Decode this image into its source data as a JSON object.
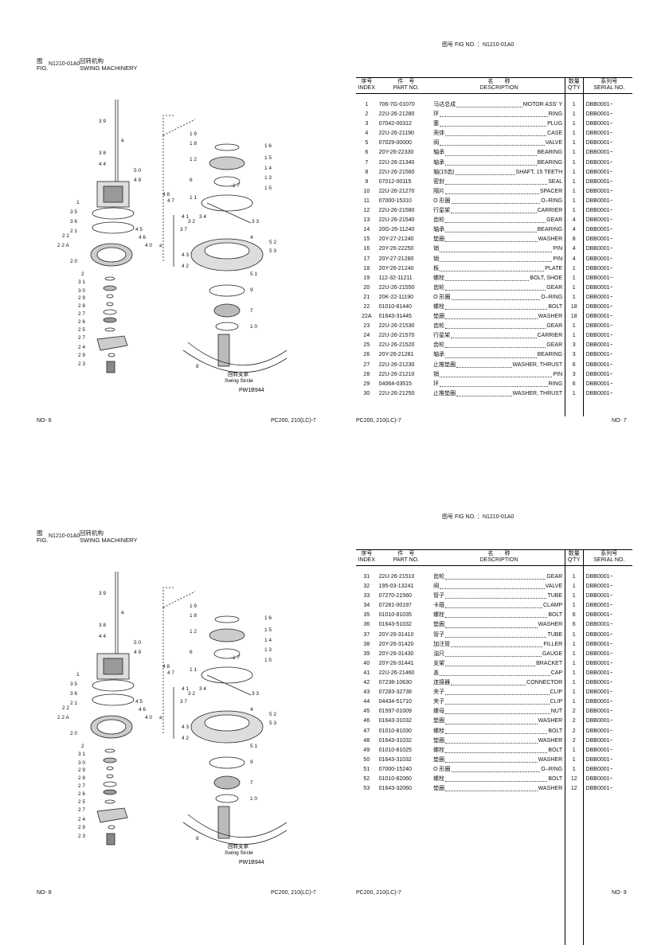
{
  "spreads": [
    {
      "left": {
        "fig_label_zh": "图",
        "fig_label_en": "FIG.",
        "fig_code": "N1210-01A0",
        "title_zh": "回转机构",
        "title_en": "SWING MACHINERY",
        "diagram_code": "PW1B944",
        "swing_circle_zh": "回转支承",
        "swing_circle_en": "Swing Sircle",
        "page_no": "NO- 6",
        "model": "PC200, 210(LC)-7"
      },
      "right": {
        "fig_no": "图号 FIG NO. ：N1210-01A0",
        "model": "PC200, 210(LC)-7",
        "page_no": "NO- 7"
      }
    },
    {
      "left": {
        "fig_label_zh": "图",
        "fig_label_en": "FIG.",
        "fig_code": "N1210-01A0",
        "title_zh": "回转机构",
        "title_en": "SWING MACHINERY",
        "diagram_code": "PW1B944",
        "swing_circle_zh": "回转支承",
        "swing_circle_en": "Swing Sircle",
        "page_no": "NO- 8",
        "model": "PC200, 210(LC)-7"
      },
      "right": {
        "fig_no": "图号 FIG NO. ：N1210-01A0",
        "model": "PC200, 210(LC)-7",
        "page_no": "NO- 9"
      }
    }
  ],
  "headers": {
    "index_zh": "序号",
    "index_en": "INDEX",
    "part_zh": "件　号",
    "part_en": "PART NO.",
    "desc_zh": "名　　称",
    "desc_en": "DESCRIPTION",
    "qty_zh": "数量",
    "qty_en": "Q'TY",
    "serial_zh": "系列号",
    "serial_en": "SERIAL NO."
  },
  "parts_page1": [
    [
      "1",
      "706-7G-01070",
      "马达总成",
      "MOTOR ASS' Y",
      "1",
      "DBB0001~"
    ],
    [
      "2",
      "22U-26-21280",
      "环",
      "RING",
      "1",
      "DBB0001~"
    ],
    [
      "3",
      "07042-00312",
      "塞",
      "PLUG",
      "1",
      "DBB0001~"
    ],
    [
      "4",
      "22U-26-21190",
      "壳体",
      "CASE",
      "1",
      "DBB0001~"
    ],
    [
      "5",
      "07029-00000",
      "阀",
      "VALVE",
      "1",
      "DBB0001~"
    ],
    [
      "6",
      "20Y-26-22330",
      "轴承",
      "BEARING",
      "1",
      "DBB0001~"
    ],
    [
      "7",
      "22U-26-21340",
      "轴承",
      "BEARING",
      "1",
      "DBB0001~"
    ],
    [
      "8",
      "22U-26-21560",
      "轴(15齿)",
      "SHAFT, 15 TEETH",
      "1",
      "DBB0001~"
    ],
    [
      "9",
      "07012-00115",
      "密封",
      "SEAL",
      "1",
      "DBB0001~"
    ],
    [
      "10",
      "22U-26-21270",
      "隔片",
      "SPACER",
      "1",
      "DBB0001~"
    ],
    [
      "11",
      "07000-15310",
      "O 形圈",
      "O–RING",
      "1",
      "DBB0001~"
    ],
    [
      "12",
      "22U-26-21580",
      "行星架",
      "CARRIER",
      "1",
      "DBB0001~"
    ],
    [
      "13",
      "22U-26-21540",
      "齿轮",
      "GEAR",
      "4",
      "DBB0001~"
    ],
    [
      "14",
      "20G-26-11240",
      "轴承",
      "BEARING",
      "4",
      "DBB0001~"
    ],
    [
      "15",
      "20Y-27-21240",
      "垫圈",
      "WASHER",
      "8",
      "DBB0001~"
    ],
    [
      "16",
      "20Y-26-22250",
      "销",
      "PIN",
      "4",
      "DBB0001~"
    ],
    [
      "17",
      "20Y-27-21280",
      "销",
      "PIN",
      "4",
      "DBB0001~"
    ],
    [
      "18",
      "20Y-26-21240",
      "板",
      "PLATE",
      "1",
      "DBB0001~"
    ],
    [
      "19",
      "112-32-11211",
      "螺栓",
      "BOLT, SHOE",
      "1",
      "DBB0001~"
    ],
    [
      "20",
      "22U-26-21550",
      "齿轮",
      "GEAR",
      "1",
      "DBB0001~"
    ],
    [
      "21",
      "20K-22-11190",
      "O 形圈",
      "O–RING",
      "1",
      "DBB0001~"
    ],
    [
      "22",
      "01010-81440",
      "螺栓",
      "BOLT",
      "18",
      "DBB0001~"
    ],
    [
      "22A",
      "01643-31445",
      "垫圈",
      "WASHER",
      "18",
      "DBB0001~"
    ],
    [
      "23",
      "22U-26-21530",
      "齿轮",
      "GEAR",
      "1",
      "DBB0001~"
    ],
    [
      "24",
      "22U-26-21570",
      "行星架",
      "CARRIER",
      "1",
      "DBB0001~"
    ],
    [
      "25",
      "22U-26-21520",
      "齿轮",
      "GEAR",
      "3",
      "DBB0001~"
    ],
    [
      "26",
      "20Y-26-21281",
      "轴承",
      "BEARING",
      "3",
      "DBB0001~"
    ],
    [
      "27",
      "22U-26-21230",
      "止推垫圈",
      "WASHER, THRUST",
      "6",
      "DBB0001~"
    ],
    [
      "28",
      "22U-26-21210",
      "销",
      "PIN",
      "3",
      "DBB0001~"
    ],
    [
      "29",
      "04064-03515",
      "环",
      "RING",
      "6",
      "DBB0001~"
    ],
    [
      "30",
      "22U-26-21250",
      "止推垫圈",
      "WASHER, THRUST",
      "1",
      "DBB0001~"
    ]
  ],
  "parts_page2": [
    [
      "31",
      "22U-26-21510",
      "齿轮",
      "GEAR",
      "1",
      "DBB0001~"
    ],
    [
      "32",
      "195-03-13241",
      "阀",
      "VALVE",
      "1",
      "DBB0001~"
    ],
    [
      "33",
      "07270-21560",
      "管子",
      "TUBE",
      "1",
      "DBB0001~"
    ],
    [
      "34",
      "07281-00197",
      "卡箍",
      "CLAMP",
      "1",
      "DBB0001~"
    ],
    [
      "35",
      "01010-81035",
      "螺栓",
      "BOLT",
      "6",
      "DBB0001~"
    ],
    [
      "36",
      "01643-51032",
      "垫圈",
      "WASHER",
      "6",
      "DBB0001~"
    ],
    [
      "37",
      "20Y-26-31410",
      "管子",
      "TUBE",
      "1",
      "DBB0001~"
    ],
    [
      "38",
      "20Y-26-31420",
      "加注管",
      "FILLER",
      "1",
      "DBB0001~"
    ],
    [
      "39",
      "20Y-26-31430",
      "油尺",
      "GAUGE",
      "1",
      "DBB0001~"
    ],
    [
      "40",
      "20Y-26-31441",
      "支架",
      "BRACKET",
      "1",
      "DBB0001~"
    ],
    [
      "41",
      "22U-26-21460",
      "盖",
      "CAP",
      "1",
      "DBB0001~"
    ],
    [
      "42",
      "07238-10630",
      "连接器",
      "CONNECTOR",
      "1",
      "DBB0001~"
    ],
    [
      "43",
      "07283-32738",
      "夹子",
      "CLIP",
      "1",
      "DBB0001~"
    ],
    [
      "44",
      "04434-51710",
      "夹子",
      "CLIP",
      "1",
      "DBB0001~"
    ],
    [
      "45",
      "01597-01009",
      "螺母",
      "NUT",
      "2",
      "DBB0001~"
    ],
    [
      "46",
      "01643-31032",
      "垫圈",
      "WASHER",
      "2",
      "DBB0001~"
    ],
    [
      "47",
      "01010-81030",
      "螺栓",
      "BOLT",
      "2",
      "DBB0001~"
    ],
    [
      "48",
      "01643-31032",
      "垫圈",
      "WASHER",
      "2",
      "DBB0001~"
    ],
    [
      "49",
      "01010-81025",
      "螺栓",
      "BOLT",
      "1",
      "DBB0001~"
    ],
    [
      "50",
      "01643-31032",
      "垫圈",
      "WASHER",
      "1",
      "DBB0001~"
    ],
    [
      "51",
      "07000-15240",
      "O 形圈",
      "O–RING",
      "1",
      "DBB0001~"
    ],
    [
      "52",
      "01010-82060",
      "螺栓",
      "BOLT",
      "12",
      "DBB0001~"
    ],
    [
      "53",
      "01643-32060",
      "垫圈",
      "WASHER",
      "12",
      "DBB0001~"
    ]
  ],
  "callouts": {
    "left_col": [
      "39",
      "38",
      "44",
      "1",
      "35",
      "36",
      "21",
      "22A",
      "22",
      "20",
      "2",
      "31",
      "30",
      "29",
      "28",
      "27",
      "26",
      "25",
      "27",
      "24",
      "29",
      "23"
    ],
    "center": [
      "50",
      "49",
      "48",
      "47",
      "32",
      "41",
      "34",
      "40",
      "46",
      "45",
      "37",
      "43",
      "42",
      "a",
      "a"
    ],
    "right_col": [
      "19",
      "18",
      "12",
      "6",
      "11",
      "16",
      "15",
      "14",
      "13",
      "15",
      "17",
      "33",
      "4",
      "52",
      "53",
      "51",
      "9",
      "7",
      "10",
      "8"
    ]
  }
}
